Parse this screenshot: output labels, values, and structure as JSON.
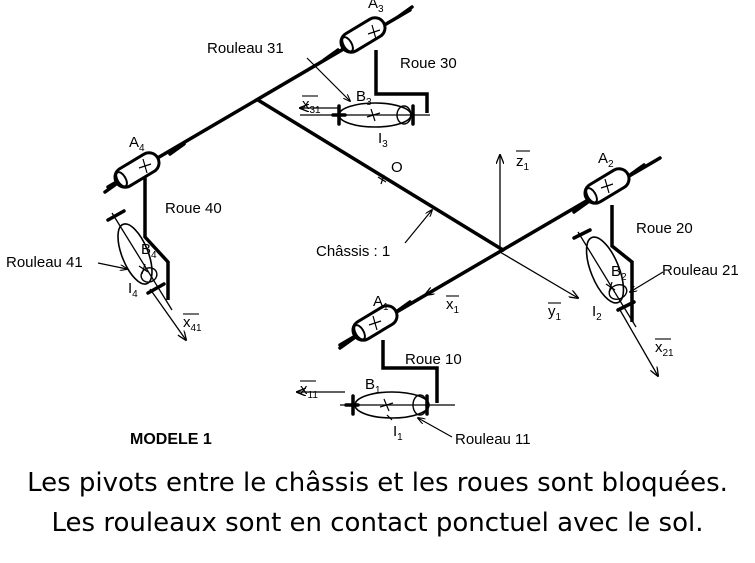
{
  "diagram": {
    "model_label": "MODELE 1",
    "chassis_label": "Châssis : 1",
    "origin_label": "O",
    "axes": {
      "z1": {
        "base": "z",
        "sub": "1"
      },
      "y1": {
        "base": "y",
        "sub": "1"
      },
      "x1": {
        "base": "x",
        "sub": "1"
      },
      "x11": {
        "base": "x",
        "sub": "11"
      },
      "x21": {
        "base": "x",
        "sub": "21"
      },
      "x31": {
        "base": "x",
        "sub": "31"
      },
      "x41": {
        "base": "x",
        "sub": "41"
      }
    },
    "points": {
      "A1": {
        "base": "A",
        "sub": "1"
      },
      "A2": {
        "base": "A",
        "sub": "2"
      },
      "A3": {
        "base": "A",
        "sub": "3"
      },
      "A4": {
        "base": "A",
        "sub": "4"
      },
      "B1": {
        "base": "B",
        "sub": "1"
      },
      "B2": {
        "base": "B",
        "sub": "2"
      },
      "B3": {
        "base": "B",
        "sub": "3"
      },
      "B4": {
        "base": "B",
        "sub": "4"
      },
      "I1": {
        "base": "I",
        "sub": "1"
      },
      "I2": {
        "base": "I",
        "sub": "2"
      },
      "I3": {
        "base": "I",
        "sub": "3"
      },
      "I4": {
        "base": "I",
        "sub": "4"
      }
    },
    "wheels": {
      "roue10": "Roue 10",
      "roue20": "Roue 20",
      "roue30": "Roue 30",
      "roue40": "Roue 40"
    },
    "rollers": {
      "rouleau11": "Rouleau 11",
      "rouleau21": "Rouleau 21",
      "rouleau31": "Rouleau 31",
      "rouleau41": "Rouleau 41"
    }
  },
  "caption": {
    "line1": "Les pivots entre le châssis et les roues sont bloquées.",
    "line2": "Les rouleaux sont en contact ponctuel avec le sol."
  }
}
